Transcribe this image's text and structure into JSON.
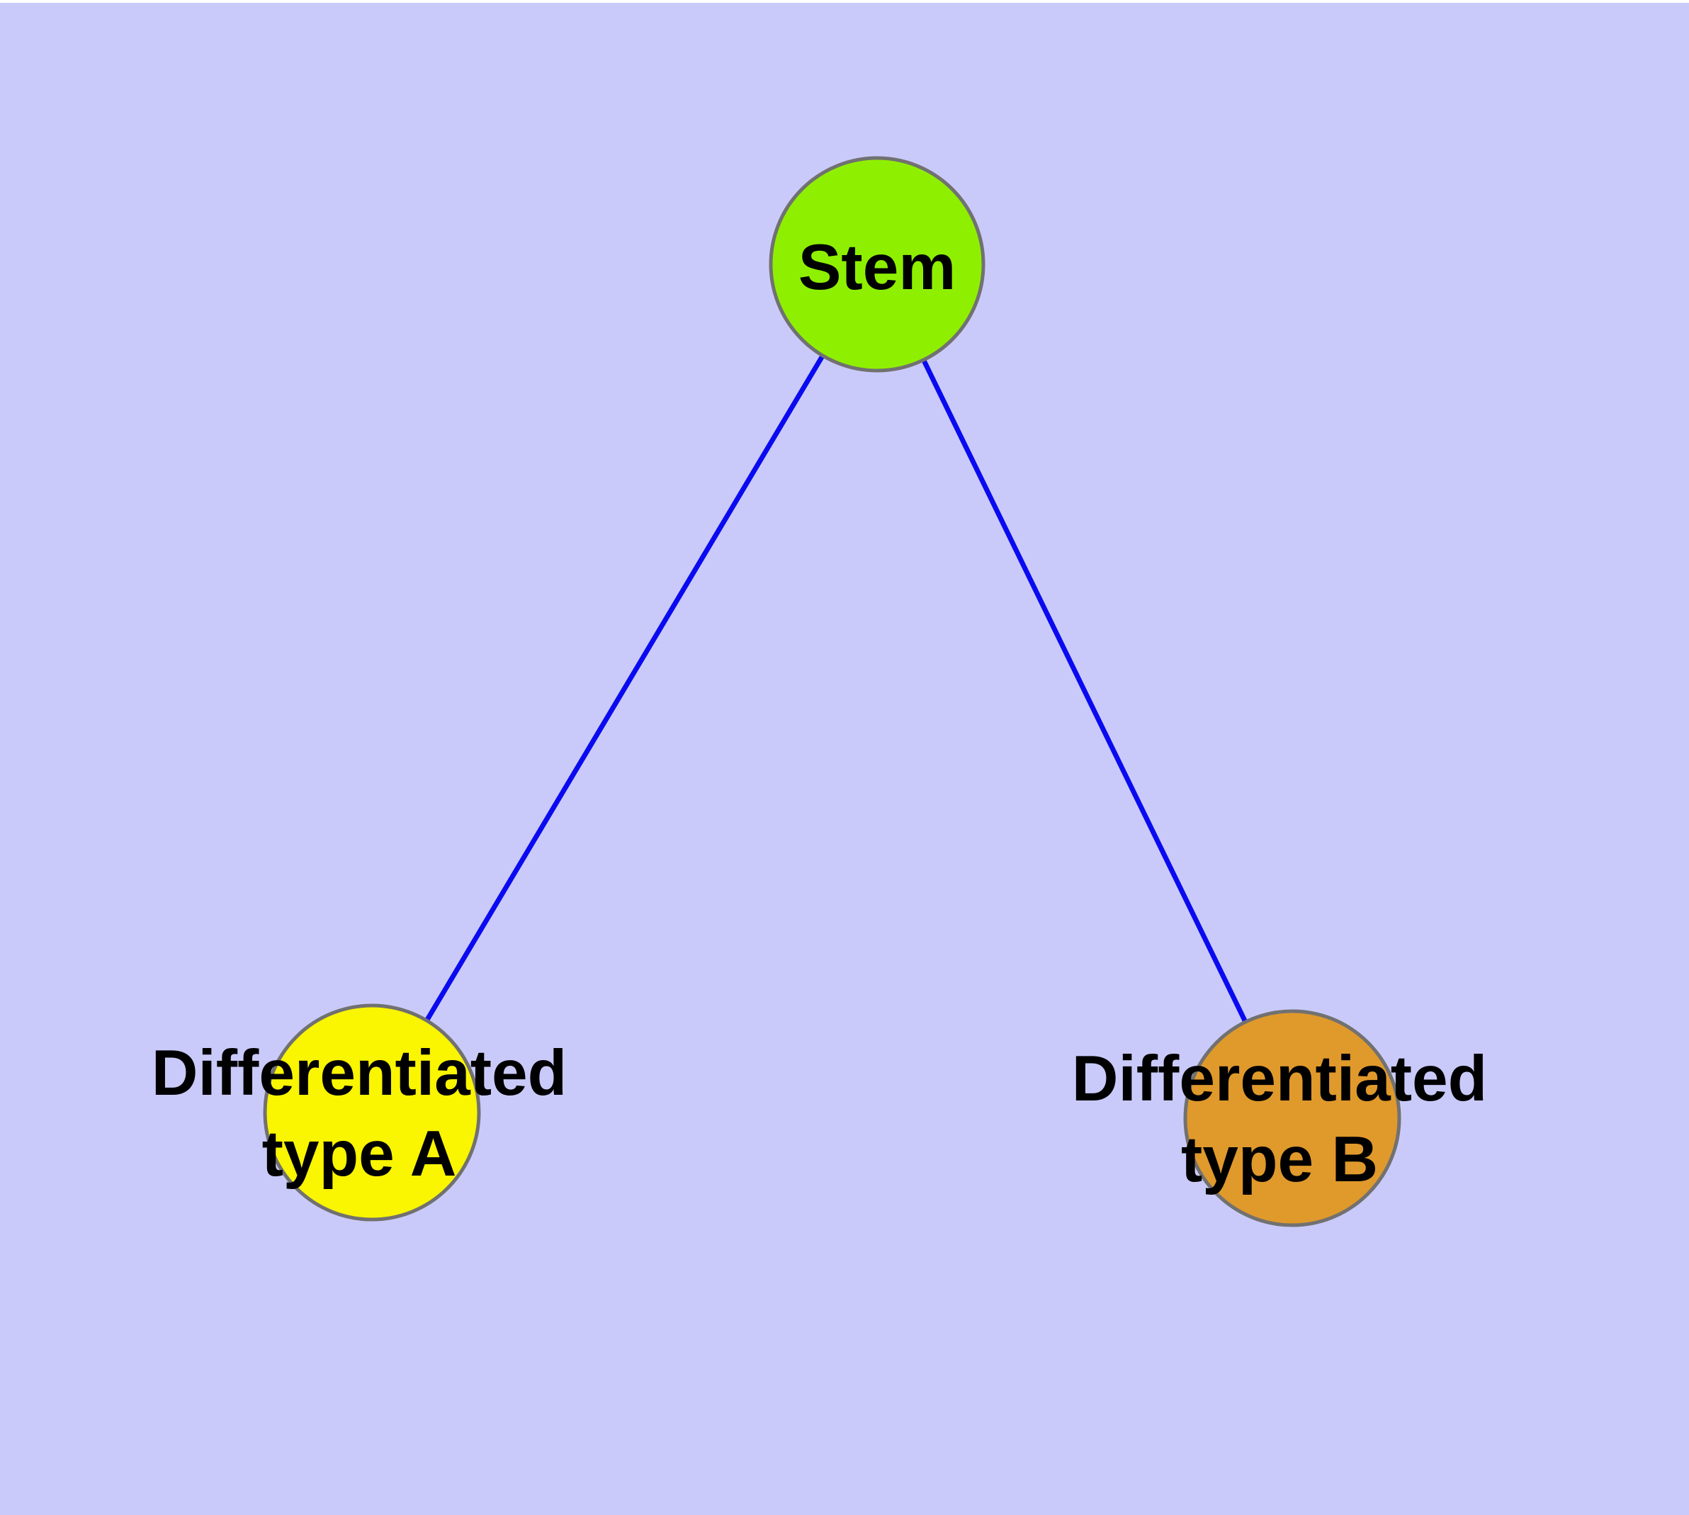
{
  "background": {
    "fill": "#CACAFA",
    "top_strip_fill": "#FFFFFF"
  },
  "styles": {
    "edge_color": "#0A0AF0",
    "node_border_color": "#717171",
    "label_color": "#000000"
  },
  "nodes": [
    {
      "id": "stem",
      "label": "Stem",
      "line1": "Stem",
      "line2": "",
      "fill": "#8EF000"
    },
    {
      "id": "type-a",
      "label": "Differentiated type A",
      "line1": "Differentiated",
      "line2": "type A",
      "fill": "#FAF500"
    },
    {
      "id": "type-b",
      "label": "Differentiated type B",
      "line1": "Differentiated",
      "line2": "type B",
      "fill": "#E0992B"
    }
  ],
  "edges": [
    {
      "from": "Stem",
      "to": "Differentiated type A"
    },
    {
      "from": "Stem",
      "to": "Differentiated type B"
    }
  ]
}
